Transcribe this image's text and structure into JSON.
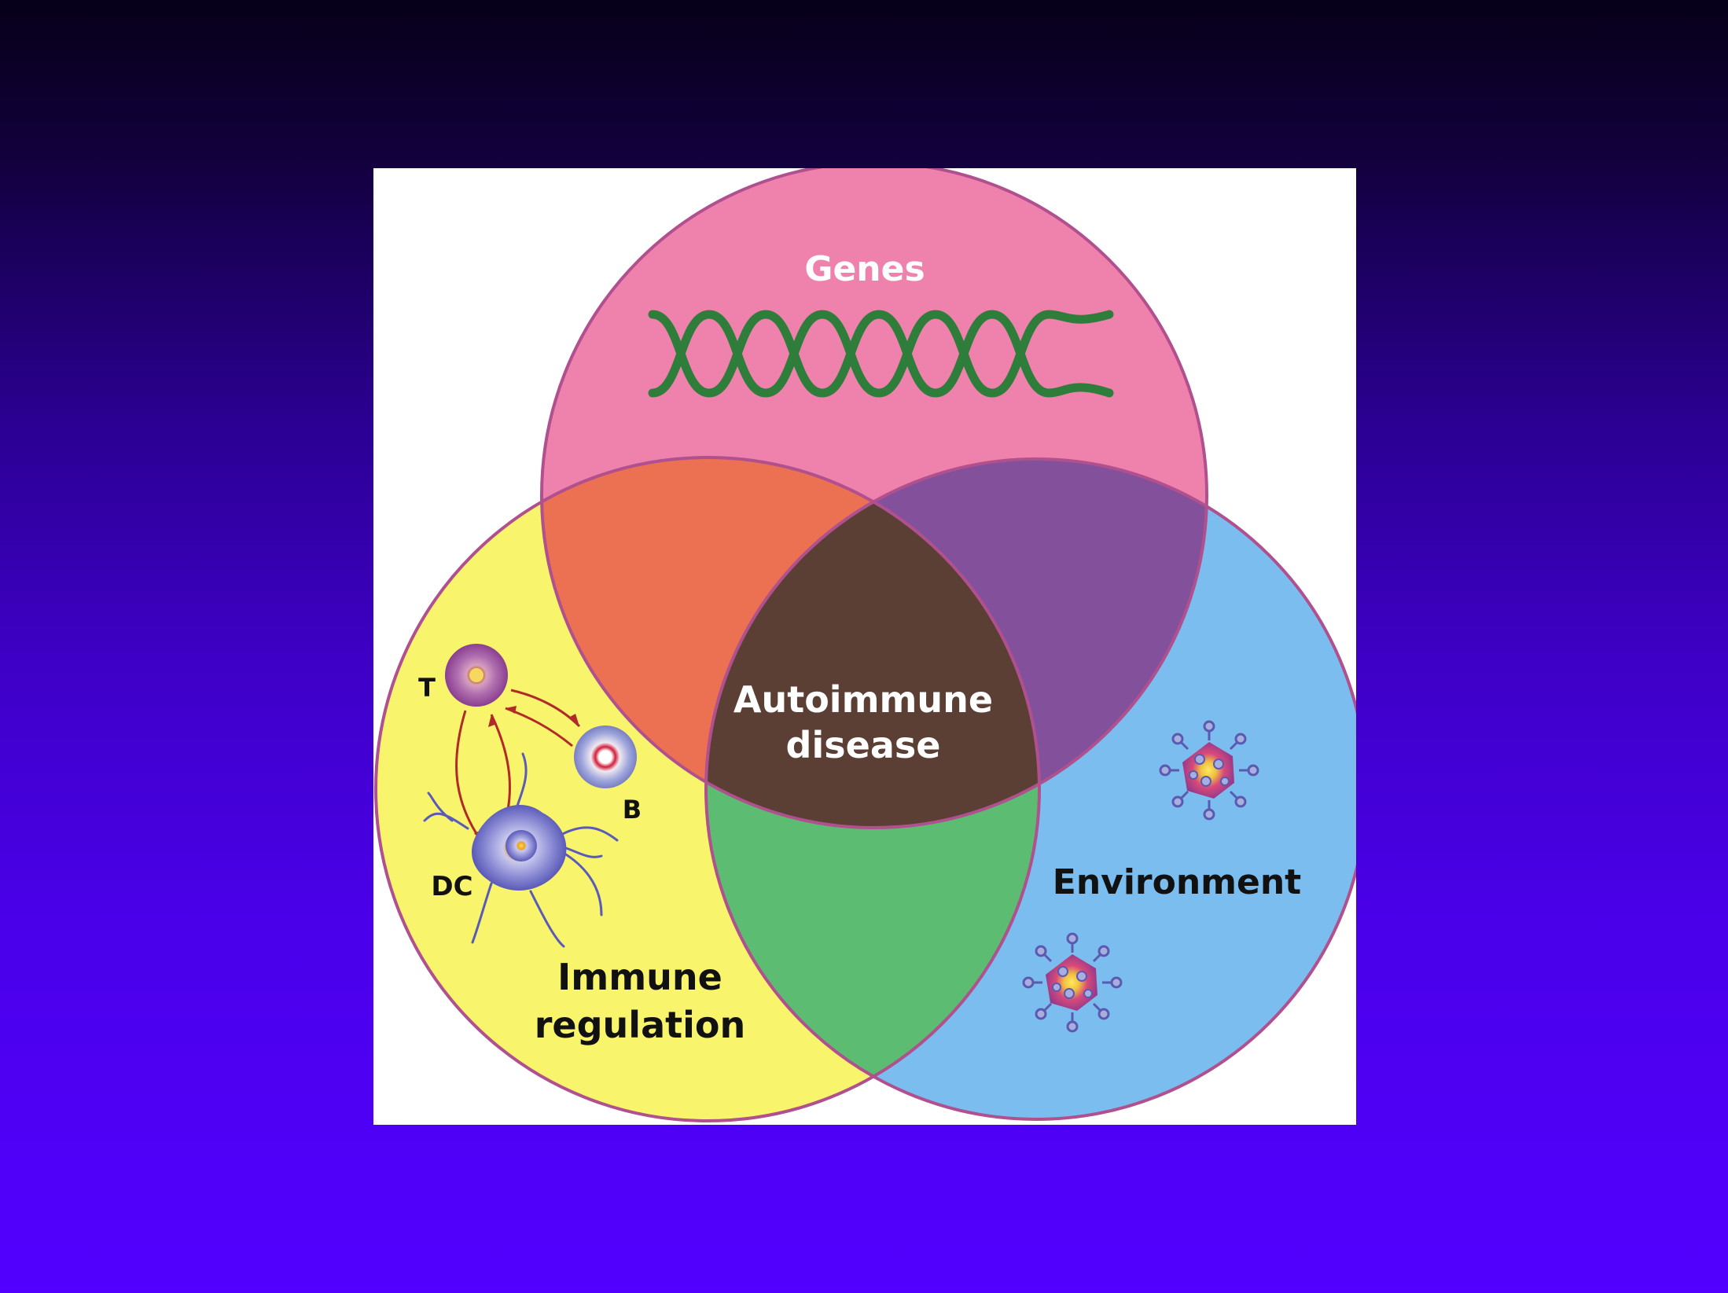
{
  "diagram": {
    "sets": {
      "genes": {
        "label": "Genes",
        "color": "#ee82ad"
      },
      "immune_regulation": {
        "label_line1": "Immune",
        "label_line2": "regulation",
        "color": "#f8f56c"
      },
      "environment": {
        "label": "Environment",
        "color": "#7bbdee"
      }
    },
    "intersections": {
      "genes_immune": "#ec7052",
      "genes_environment": "#83509b",
      "immune_environment": "#5cbd72",
      "all_three": {
        "label_line1": "Autoimmune",
        "label_line2": "disease",
        "color": "#5b3f35"
      }
    },
    "cell_labels": {
      "t_cell": "T",
      "b_cell": "B",
      "dendritic_cell": "DC"
    },
    "icons": [
      "dna-helix-icon",
      "t-cell-icon",
      "b-cell-icon",
      "dendritic-cell-icon",
      "virus-icon",
      "virus-icon"
    ],
    "outline_color": "#b0508e",
    "arrow_color": "#b02a2a"
  }
}
